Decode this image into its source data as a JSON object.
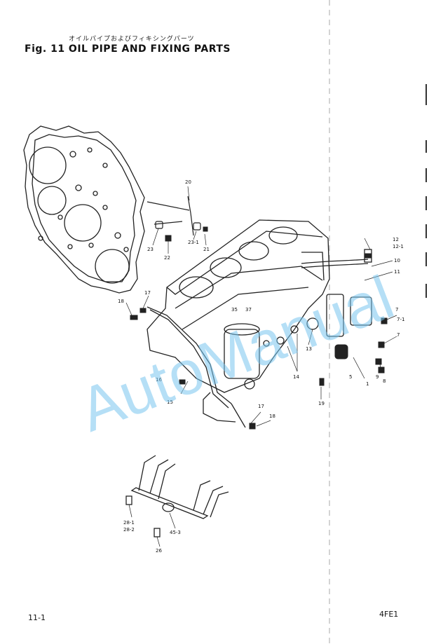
{
  "header": {
    "subtitle_jp": "オイルパイプおよびフィキシングパーツ",
    "title": "Fig. 11 OIL PIPE AND FIXING PARTS"
  },
  "footer": {
    "page_number": "11-1",
    "engine_code": "4FE1"
  },
  "watermark": {
    "text": "AutoManual",
    "color": "#79c6ef"
  },
  "callouts": {
    "c20": "20",
    "c23a": "23",
    "c23_1": "23-1",
    "c21": "21",
    "c22": "22",
    "c17a": "17",
    "c18a": "18",
    "c35": "35",
    "c37": "37",
    "c13": "13",
    "c14": "14",
    "c12": "12",
    "c12_1": "12-1",
    "c10": "10",
    "c11": "11",
    "c7a": "7",
    "c7_1": "7-1",
    "c7b": "7",
    "c5": "5",
    "c1": "1",
    "c9": "9",
    "c8": "8",
    "c19": "19",
    "c16": "16",
    "c15": "15",
    "c17b": "17",
    "c18b": "18",
    "c28_1": "28-1",
    "c28_2": "28-2",
    "c45_3": "45-3",
    "c26": "26"
  }
}
